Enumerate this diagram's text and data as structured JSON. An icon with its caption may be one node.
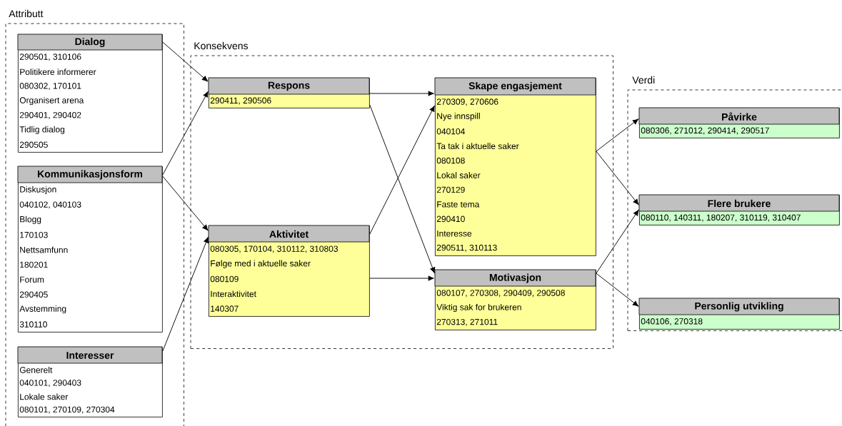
{
  "diagram": {
    "nodes": [
      {
        "text": [
          "Attributt"
        ]
      },
      {
        "text": [
          "Dialog",
          "290501, 310106",
          "Politikere informerer",
          "080302, 170101",
          "Organisert arena",
          "290401, 290402",
          "Tidlig dialog",
          "290505"
        ],
        "in": 0
      },
      {
        "text": [
          "Kommunikasjonsform",
          "Diskusjon",
          "040102, 040103",
          "Blogg",
          "170103",
          "Nettsamfunn",
          "180201",
          "Forum",
          "290405",
          "Avstemming",
          "310110"
        ],
        "in": 0
      },
      {
        "text": [
          "Interesser",
          "Generelt",
          "040101, 290403",
          "Lokale saker",
          "080101, 270109, 270304"
        ],
        "in": 0
      },
      {
        "text": [
          "Konsekvens"
        ]
      },
      {
        "text": [
          "Respons",
          "290411, 290506"
        ],
        "in": 4
      },
      {
        "text": [
          "Aktivitet",
          "080305, 170104, 310112, 310803",
          "Følge med i aktuelle saker",
          "080109",
          "Interaktivitet",
          "140307"
        ],
        "in": 4
      },
      {
        "text": [
          "Skape engasjement",
          "270309, 270606",
          "Nye innspill",
          "040104",
          "Ta tak i aktuelle saker",
          "080108",
          "Lokal saker",
          "270129",
          "Faste tema",
          "290410",
          "Interesse",
          "290511, 310113"
        ],
        "in": 4
      },
      {
        "text": [
          "Motivasjon",
          "080107, 270308, 290409, 290508",
          "Viktig sak for brukeren",
          "270313, 271011"
        ],
        "in": 4
      },
      {
        "text": [
          "Verdi"
        ]
      },
      {
        "text": [
          "Påvirke",
          "080306, 271012, 290414, 290517"
        ],
        "in": 9
      },
      {
        "text": [
          "Flere brukere",
          "080110, 140311, 180207, 310119, 310407"
        ],
        "in": 9
      },
      {
        "text": [
          "Personlig utvikling",
          "040106, 270318"
        ],
        "in": 9
      }
    ],
    "edges": [
      {
        "from": 1,
        "to": 5,
        "arrow": "to"
      },
      {
        "from": 2,
        "to": 5,
        "arrow": "to"
      },
      {
        "from": 2,
        "to": 6,
        "arrow": "to"
      },
      {
        "from": 3,
        "to": 6,
        "arrow": "to"
      },
      {
        "from": 5,
        "to": 7,
        "arrow": "to"
      },
      {
        "from": 5,
        "to": 8,
        "arrow": "to"
      },
      {
        "from": 6,
        "to": 7,
        "arrow": "to"
      },
      {
        "from": 6,
        "to": 8,
        "arrow": "to"
      },
      {
        "from": 7,
        "to": 10,
        "arrow": "to"
      },
      {
        "from": 7,
        "to": 11,
        "arrow": "to"
      },
      {
        "from": 8,
        "to": 11,
        "arrow": "to"
      },
      {
        "from": 8,
        "to": 12,
        "arrow": "to"
      }
    ]
  }
}
